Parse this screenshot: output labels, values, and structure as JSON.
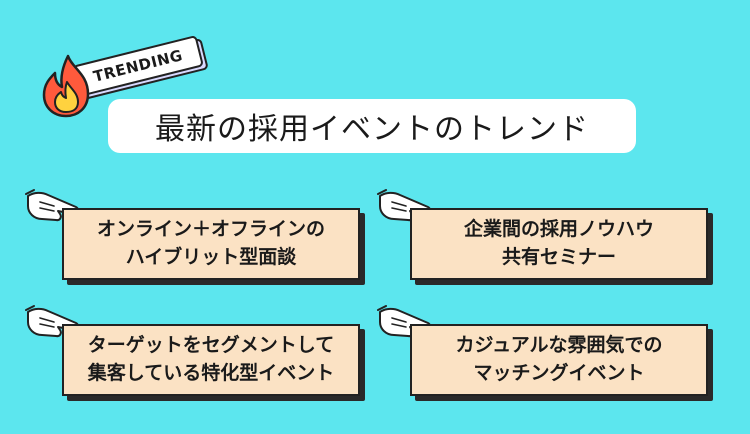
{
  "badge": {
    "label": "TRENDING",
    "icon": "fire-icon"
  },
  "title": "最新の採用イベントのトレンド",
  "cards": [
    {
      "line1": "オンライン＋オフラインの",
      "line2": "ハイブリット型面談"
    },
    {
      "line1": "企業間の採用ノウハウ",
      "line2": "共有セミナー"
    },
    {
      "line1": "ターゲットをセグメントして",
      "line2": "集客している特化型イベント"
    },
    {
      "line1": "カジュアルな雰囲気での",
      "line2": "マッチングイベント"
    }
  ],
  "colors": {
    "background": "#5ce6ee",
    "card": "#fbe2c4",
    "title_bg": "#ffffff",
    "flame_outer": "#ff5a3c",
    "flame_inner": "#ffd23f"
  }
}
